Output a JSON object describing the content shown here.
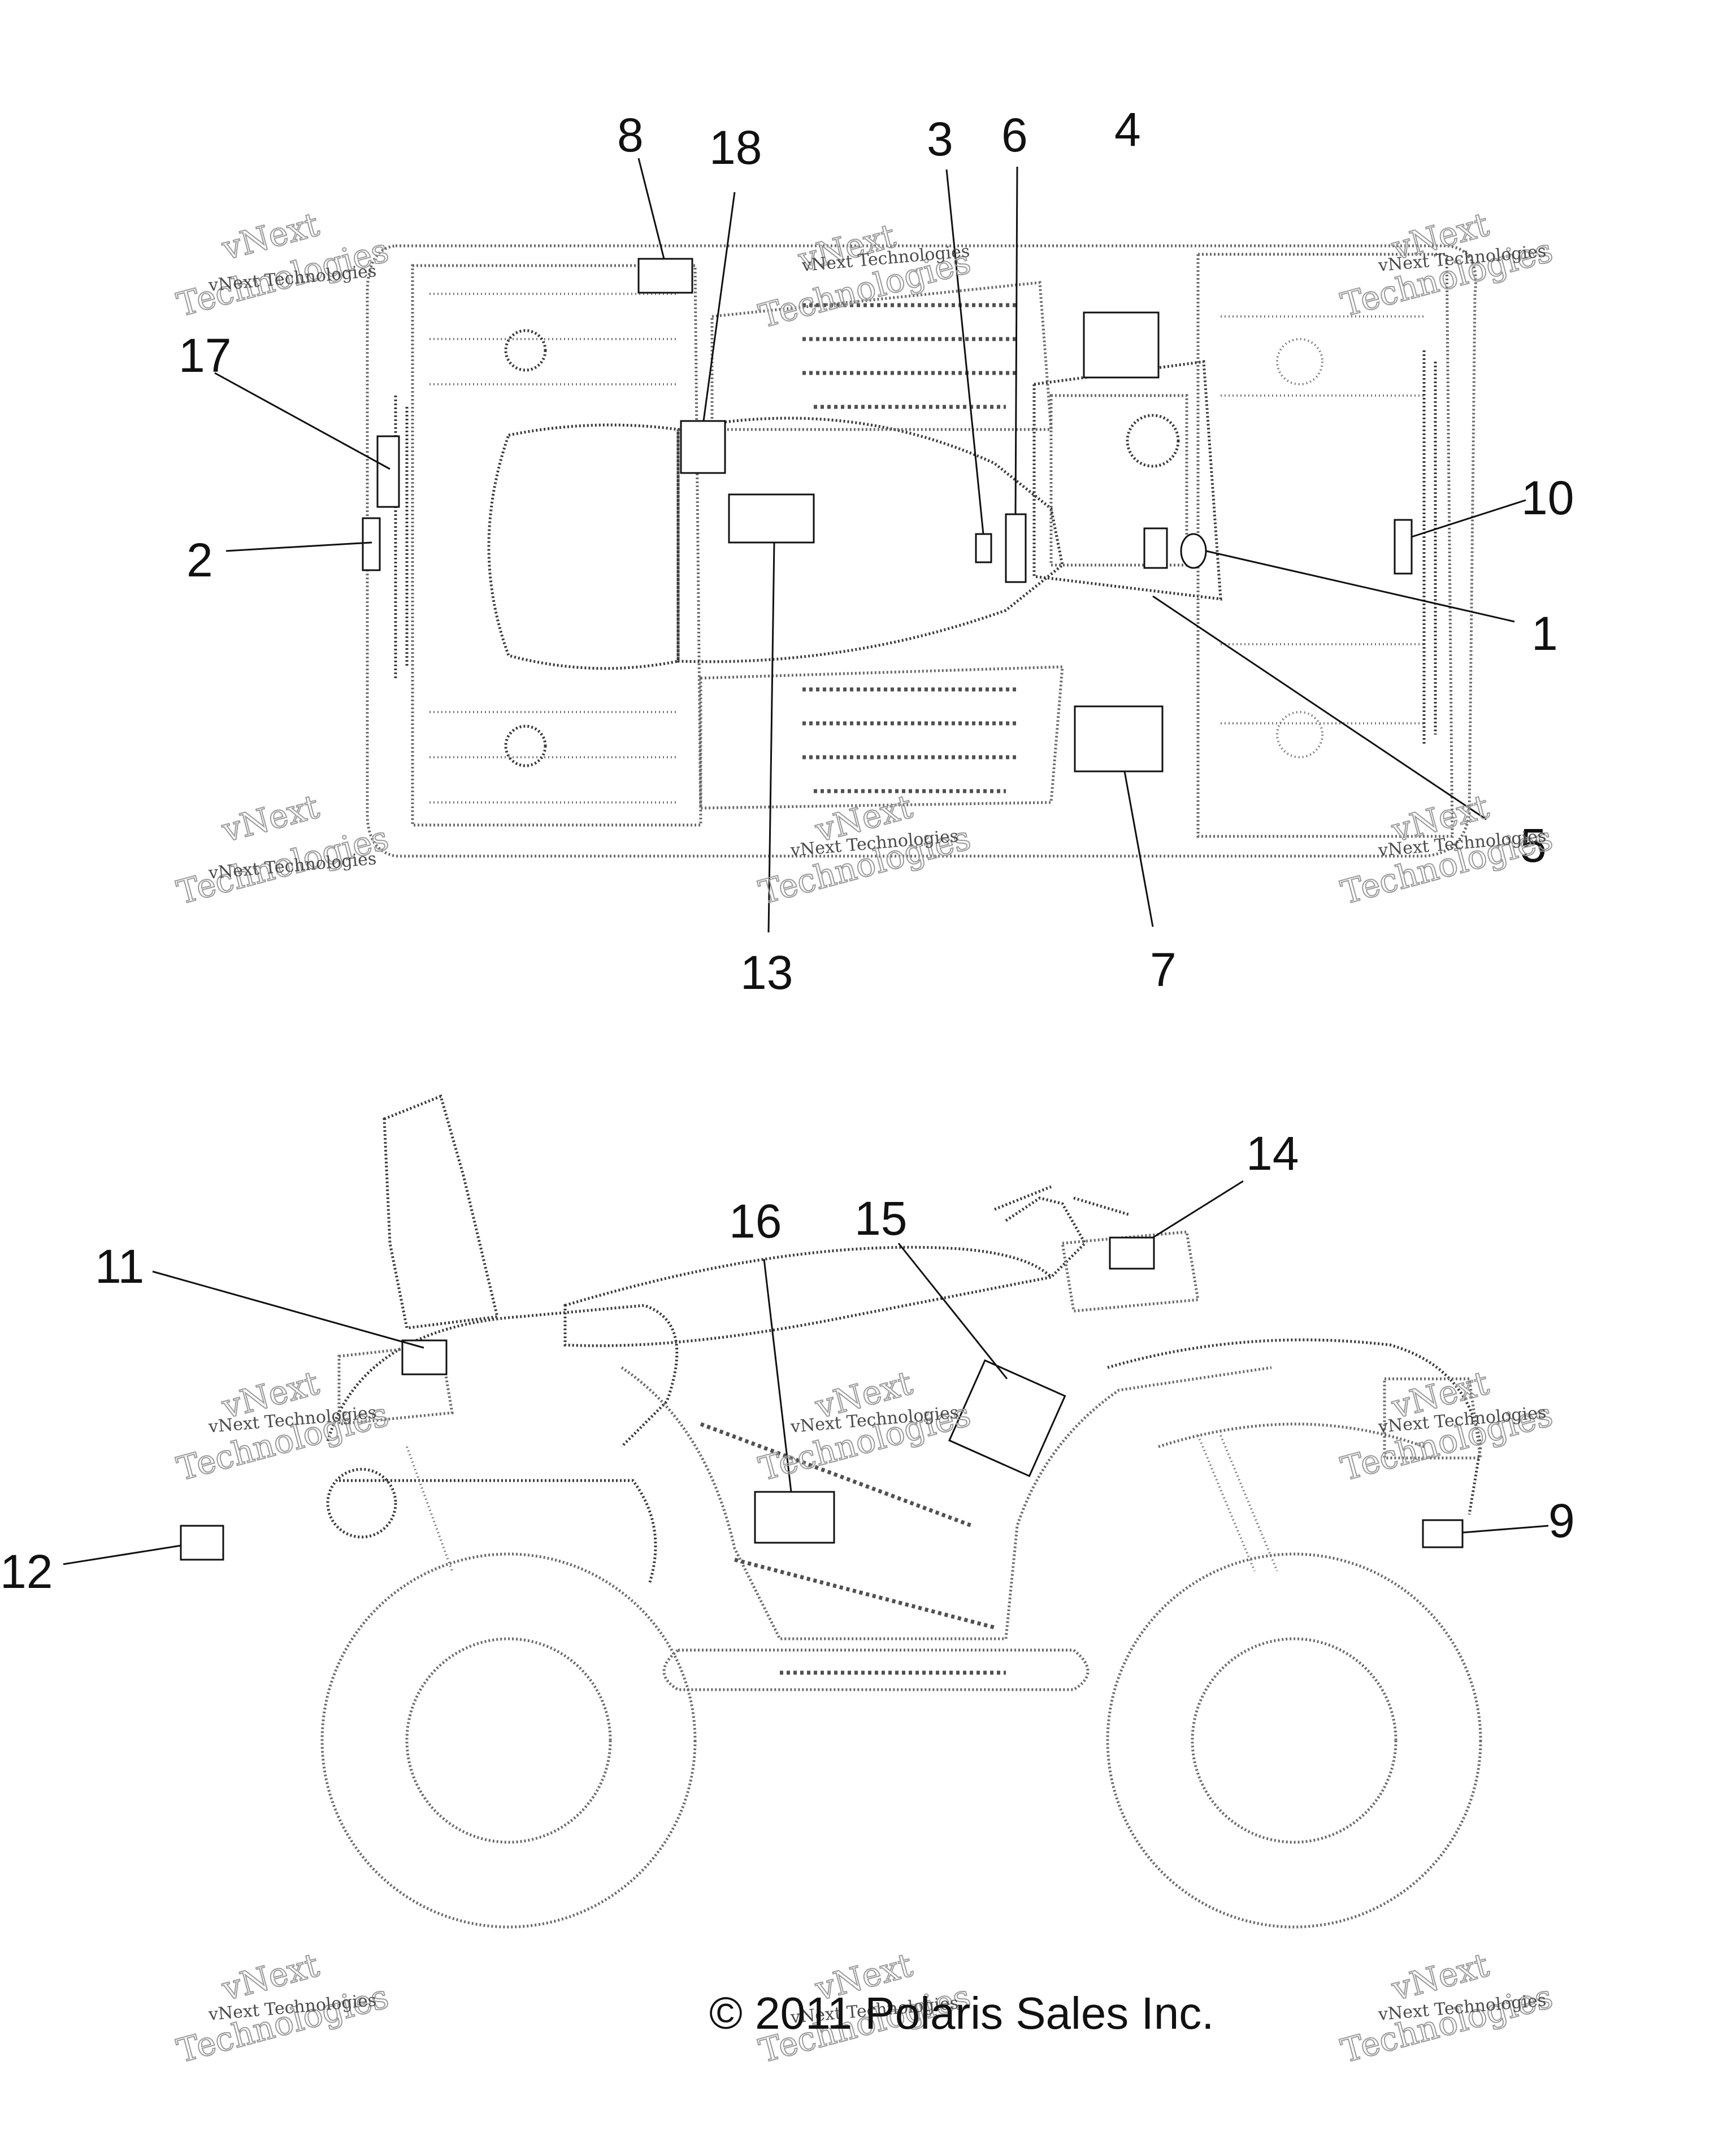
{
  "diagram": {
    "callouts": [
      "1",
      "2",
      "3",
      "4",
      "5",
      "6",
      "7",
      "8",
      "9",
      "10",
      "11",
      "12",
      "13",
      "14",
      "15",
      "16",
      "17",
      "18"
    ],
    "copyright": "© 2011 Polaris Sales Inc.",
    "watermark": {
      "small": "vNext Technologies",
      "big_top": "vNext",
      "big_bottom": "Technologies"
    }
  }
}
